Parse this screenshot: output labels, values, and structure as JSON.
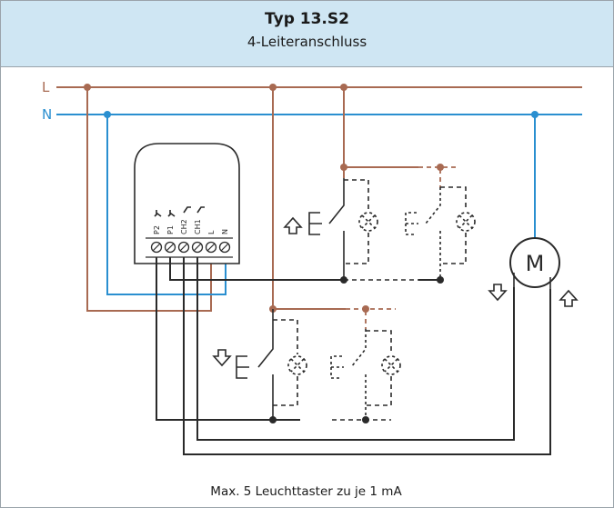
{
  "header": {
    "title": "Typ 13.S2",
    "subtitle": "4-Leiteranschluss"
  },
  "lines": {
    "l_label": "L",
    "n_label": "N"
  },
  "module": {
    "terminals": [
      "P2",
      "P1",
      "CH2",
      "CH1",
      "L",
      "N"
    ]
  },
  "motor": {
    "label": "M"
  },
  "footer": {
    "note": "Max. 5 Leuchttaster zu je 1 mA"
  },
  "colors": {
    "live": "#a86a52",
    "neutral": "#2a8fd0",
    "control": "#2a2a2a",
    "header_bg": "#cfe6f3"
  }
}
